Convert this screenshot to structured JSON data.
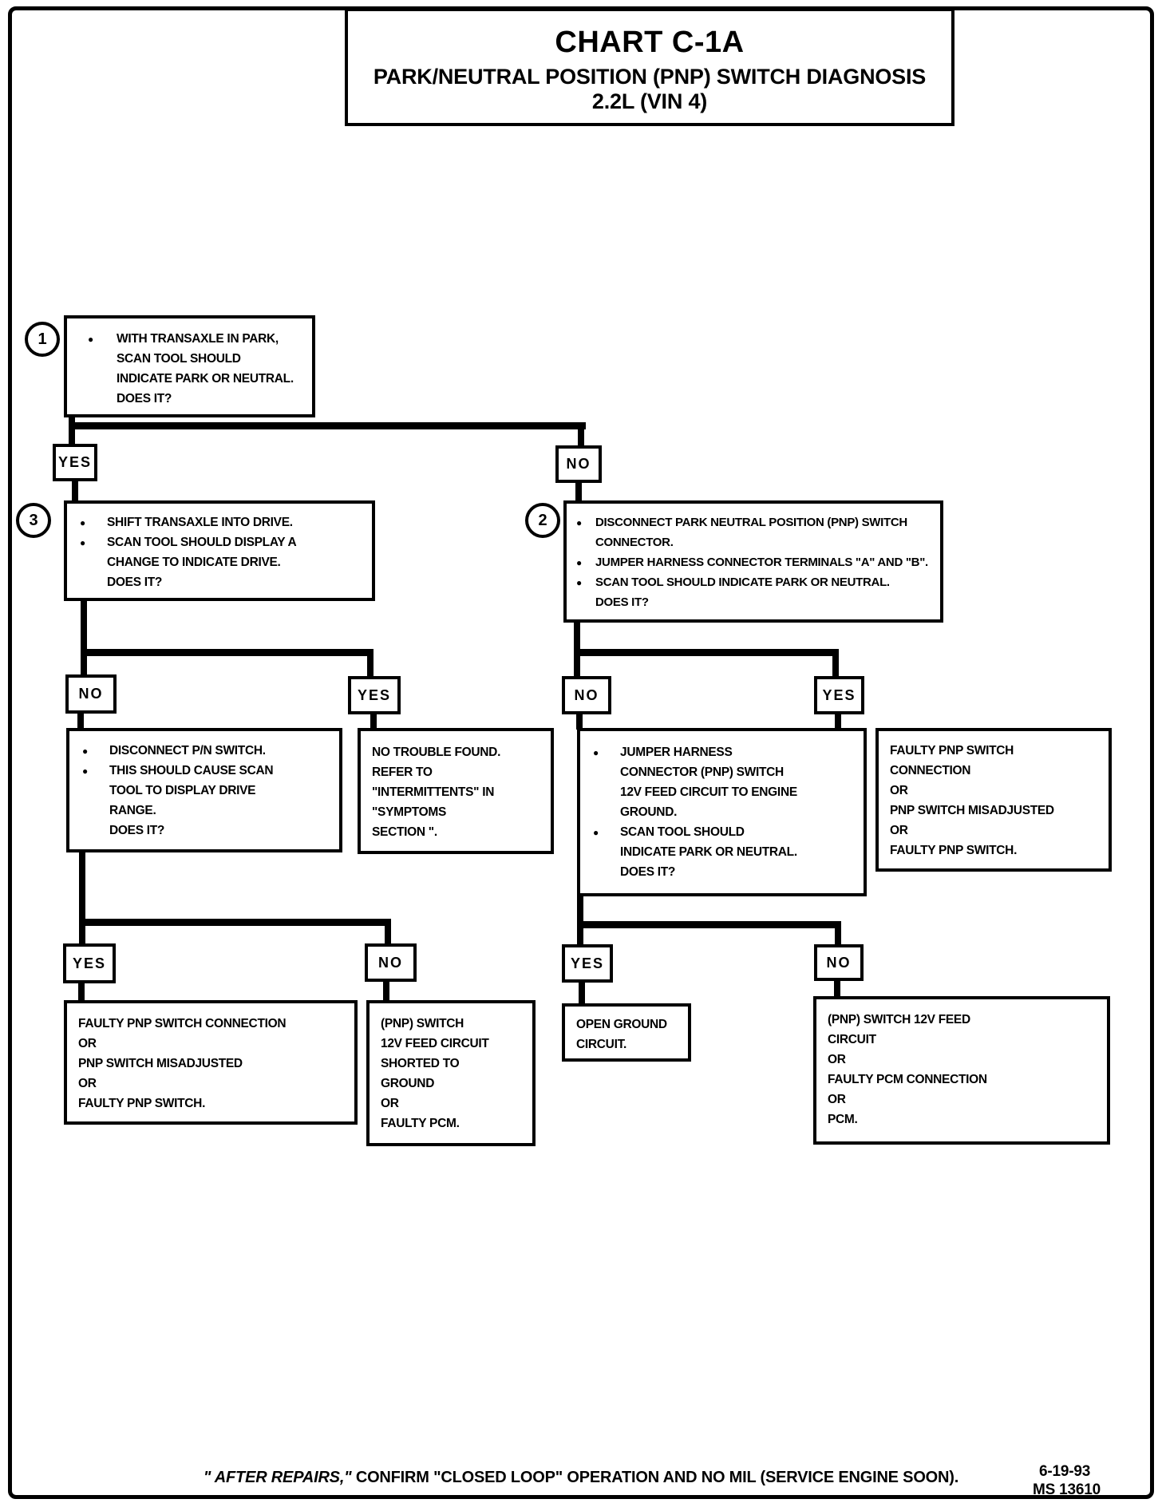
{
  "title": {
    "line1": "CHART C-1A",
    "line2": "PARK/NEUTRAL POSITION (PNP) SWITCH DIAGNOSIS",
    "line3": "2.2L (VIN 4)"
  },
  "step_badges": {
    "s1": "1",
    "s2": "2",
    "s3": "3"
  },
  "labels": {
    "root_yes": "YES",
    "root_no": "NO",
    "left_no": "NO",
    "left_yes": "YES",
    "right_no": "NO",
    "right_yes": "YES",
    "left2_yes": "YES",
    "left2_no": "NO",
    "right2_yes": "YES",
    "right2_no": "NO"
  },
  "boxes": {
    "step1": [
      "WITH TRANSAXLE IN PARK,",
      "SCAN TOOL SHOULD",
      "INDICATE PARK OR NEUTRAL.",
      "DOES IT?"
    ],
    "step3": [
      "SHIFT TRANSAXLE INTO DRIVE.",
      "SCAN TOOL SHOULD DISPLAY A",
      "CHANGE TO INDICATE DRIVE.",
      "DOES IT?"
    ],
    "step2": [
      "DISCONNECT PARK NEUTRAL POSITION (PNP) SWITCH",
      "CONNECTOR.",
      "JUMPER HARNESS CONNECTOR TERMINALS \"A\" AND \"B\".",
      "SCAN TOOL SHOULD INDICATE PARK OR NEUTRAL.",
      "DOES IT?"
    ],
    "disconnect_pn": [
      "DISCONNECT P/N SWITCH.",
      "THIS SHOULD CAUSE SCAN",
      "TOOL TO DISPLAY DRIVE",
      "RANGE.",
      "DOES IT?"
    ],
    "no_trouble": [
      "NO TROUBLE FOUND.",
      "REFER TO",
      "\"INTERMITTENTS\" IN",
      "\"SYMPTOMS",
      "SECTION \"."
    ],
    "jumper_ground": [
      "JUMPER HARNESS",
      "CONNECTOR (PNP) SWITCH",
      "12V FEED CIRCUIT TO ENGINE",
      "GROUND.",
      "SCAN TOOL SHOULD",
      "INDICATE PARK OR NEUTRAL.",
      "DOES IT?"
    ],
    "faulty_pnp_right": [
      "FAULTY PNP SWITCH",
      "CONNECTION",
      "OR",
      "PNP SWITCH MISADJUSTED",
      "OR",
      "FAULTY PNP SWITCH."
    ],
    "faulty_pnp_left": [
      "FAULTY PNP SWITCH CONNECTION",
      "OR",
      "PNP SWITCH MISADJUSTED",
      "OR",
      "FAULTY PNP SWITCH."
    ],
    "pnp_shorted": [
      "(PNP) SWITCH",
      "12V FEED CIRCUIT",
      "SHORTED TO",
      "GROUND",
      "OR",
      "FAULTY PCM."
    ],
    "open_ground": [
      "OPEN GROUND",
      "CIRCUIT."
    ],
    "pnp_feed": [
      "(PNP) SWITCH 12V FEED",
      "CIRCUIT",
      "OR",
      "FAULTY PCM CONNECTION",
      "OR",
      "PCM."
    ]
  },
  "footer": {
    "note_lead": "\" AFTER REPAIRS,\"",
    "note_rest": " CONFIRM \"CLOSED LOOP\" OPERATION AND NO MIL (SERVICE ENGINE SOON).",
    "date": "6-19-93",
    "doc": "MS 13610"
  }
}
